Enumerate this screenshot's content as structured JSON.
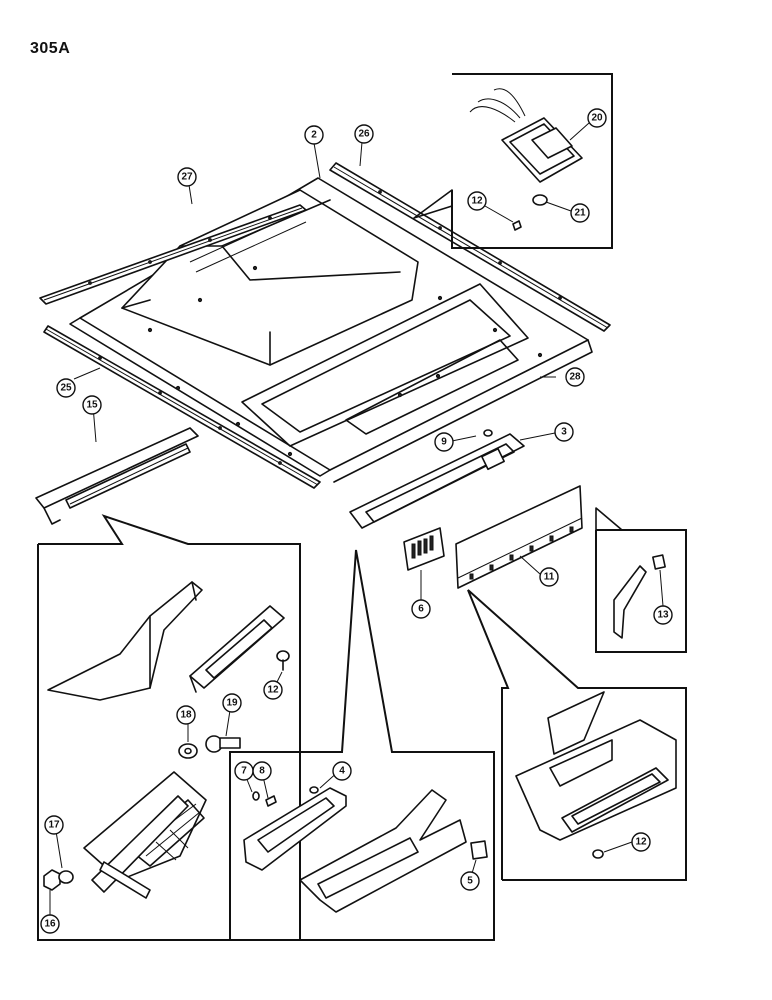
{
  "page": {
    "title": "305A"
  },
  "callouts": [
    {
      "id": "c2",
      "label": "2"
    },
    {
      "id": "c26",
      "label": "26"
    },
    {
      "id": "c27",
      "label": "27"
    },
    {
      "id": "c20",
      "label": "20"
    },
    {
      "id": "c12a",
      "label": "12"
    },
    {
      "id": "c21",
      "label": "21"
    },
    {
      "id": "c28",
      "label": "28"
    },
    {
      "id": "c25",
      "label": "25"
    },
    {
      "id": "c15",
      "label": "15"
    },
    {
      "id": "c9",
      "label": "9"
    },
    {
      "id": "c3",
      "label": "3"
    },
    {
      "id": "c6",
      "label": "6"
    },
    {
      "id": "c11",
      "label": "11"
    },
    {
      "id": "c13",
      "label": "13"
    },
    {
      "id": "c12b",
      "label": "12"
    },
    {
      "id": "c18",
      "label": "18"
    },
    {
      "id": "c19",
      "label": "19"
    },
    {
      "id": "c17",
      "label": "17"
    },
    {
      "id": "c16",
      "label": "16"
    },
    {
      "id": "c7",
      "label": "7"
    },
    {
      "id": "c8",
      "label": "8"
    },
    {
      "id": "c4",
      "label": "4"
    },
    {
      "id": "c5",
      "label": "5"
    },
    {
      "id": "c12c",
      "label": "12"
    }
  ]
}
